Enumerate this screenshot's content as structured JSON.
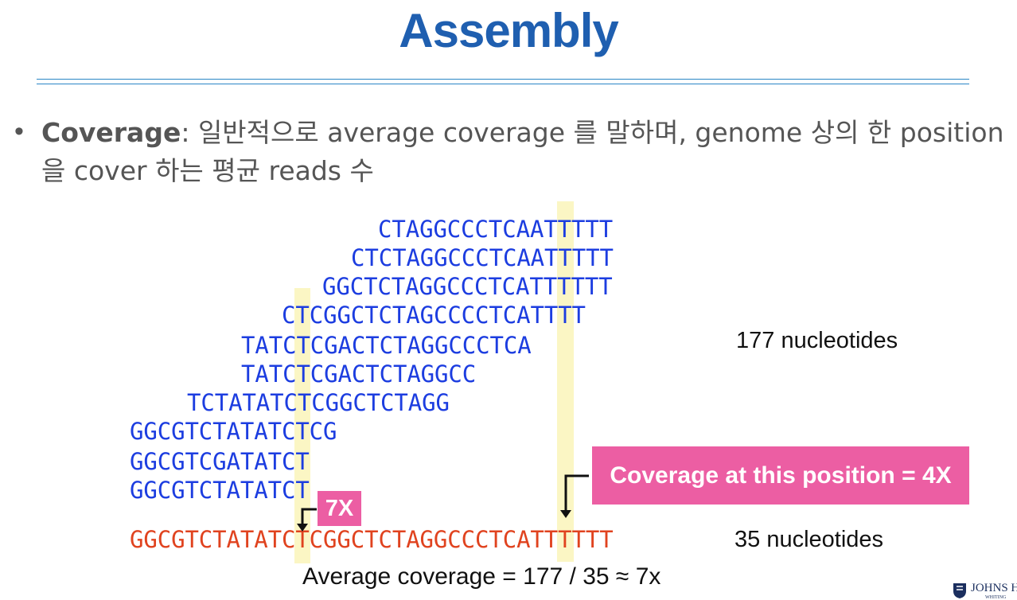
{
  "title": "Assembly",
  "bullet": {
    "term": "Coverage",
    "text_line1": ": 일반적으로 average coverage 를 말하며, genome 상의 한 position",
    "text_line2": "을 cover 하는 평균 reads 수"
  },
  "reads": [
    "CTAGGCCCTCAATTTTT",
    "CTCTAGGCCCTCAATTTTT",
    "GGCTCTAGGCCCTCATTTTTT",
    "CTCGGCTCTAGCCCCTCATTTT",
    "TATCTCGACTCTAGGCCCTCA",
    "TATCTCGACTCTAGGCC",
    "TCTATATCTCGGCTCTAGG",
    "GGCGTCTATATCTCG",
    "GGCGTCGATATCT",
    "GGCGTCTATATCT"
  ],
  "reference": "GGCGTCTATATCTCGGCTCTAGGCCCTCATTTTTT",
  "labels": {
    "reads_total": "177 nucleotides",
    "genome_length": "35 nucleotides",
    "average_coverage": "Average coverage = 177 / 35 ≈ 7x"
  },
  "callouts": {
    "left": "7X",
    "right": "Coverage at this position = 4X"
  },
  "logo": {
    "text": "JOHNS H",
    "subtext": "WHITING"
  },
  "colors": {
    "title": "#1f5fb0",
    "reads": "#1c3de0",
    "reference": "#e0431f",
    "highlight": "#fbf6c4",
    "callout": "#ec5ea3"
  }
}
